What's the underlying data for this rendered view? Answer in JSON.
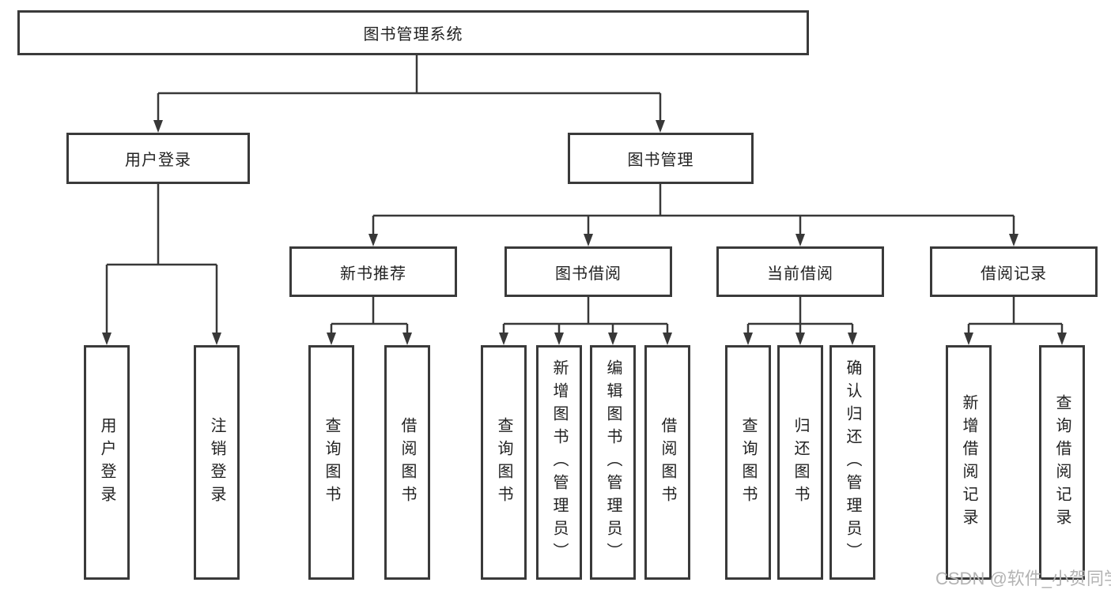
{
  "tree": {
    "root": {
      "label": "图书管理系统"
    },
    "branches": [
      {
        "label": "用户登录",
        "leaves": [
          {
            "label": "用户登录"
          },
          {
            "label": "注销登录"
          }
        ]
      },
      {
        "label": "图书管理",
        "groups": [
          {
            "label": "新书推荐",
            "leaves": [
              {
                "label": "查询图书"
              },
              {
                "label": "借阅图书"
              }
            ]
          },
          {
            "label": "图书借阅",
            "leaves": [
              {
                "label": "查询图书"
              },
              {
                "label": "新增图书（管理员）"
              },
              {
                "label": "编辑图书（管理员）"
              },
              {
                "label": "借阅图书"
              }
            ]
          },
          {
            "label": "当前借阅",
            "leaves": [
              {
                "label": "查询图书"
              },
              {
                "label": "归还图书"
              },
              {
                "label": "确认归还（管理员）"
              }
            ]
          },
          {
            "label": "借阅记录",
            "leaves": [
              {
                "label": "新增借阅记录"
              },
              {
                "label": "查询借阅记录"
              }
            ]
          }
        ]
      }
    ]
  },
  "watermark": "CSDN @软件_小贺同学",
  "colors": {
    "line": "#383838",
    "box_border": "#3a3a3a",
    "text": "#222222",
    "watermark": "#b3b3b3",
    "background": "#ffffff"
  }
}
